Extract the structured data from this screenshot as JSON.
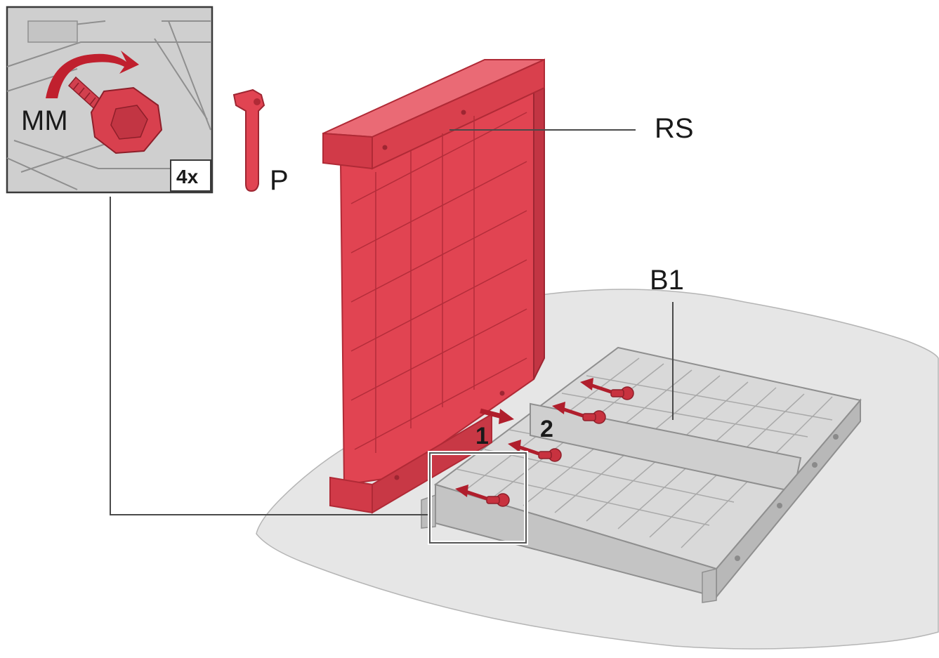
{
  "labels": {
    "RS": "RS",
    "P": "P",
    "B1": "B1",
    "MM": "MM"
  },
  "inset": {
    "count": "4x"
  },
  "steps": {
    "one": "1",
    "two": "2"
  },
  "colors": {
    "part_red": "#e0404e",
    "part_red_dark": "#b02a36",
    "base_gray": "#d4d4d4",
    "base_gray_dark": "#9a9a9a",
    "sheet_gray": "#e4e4e4",
    "arrow_red": "#b01e2c",
    "line": "#555555"
  },
  "icons": {
    "rotate": "rotate-arrow-icon",
    "insert": "insert-arrow-icon"
  }
}
